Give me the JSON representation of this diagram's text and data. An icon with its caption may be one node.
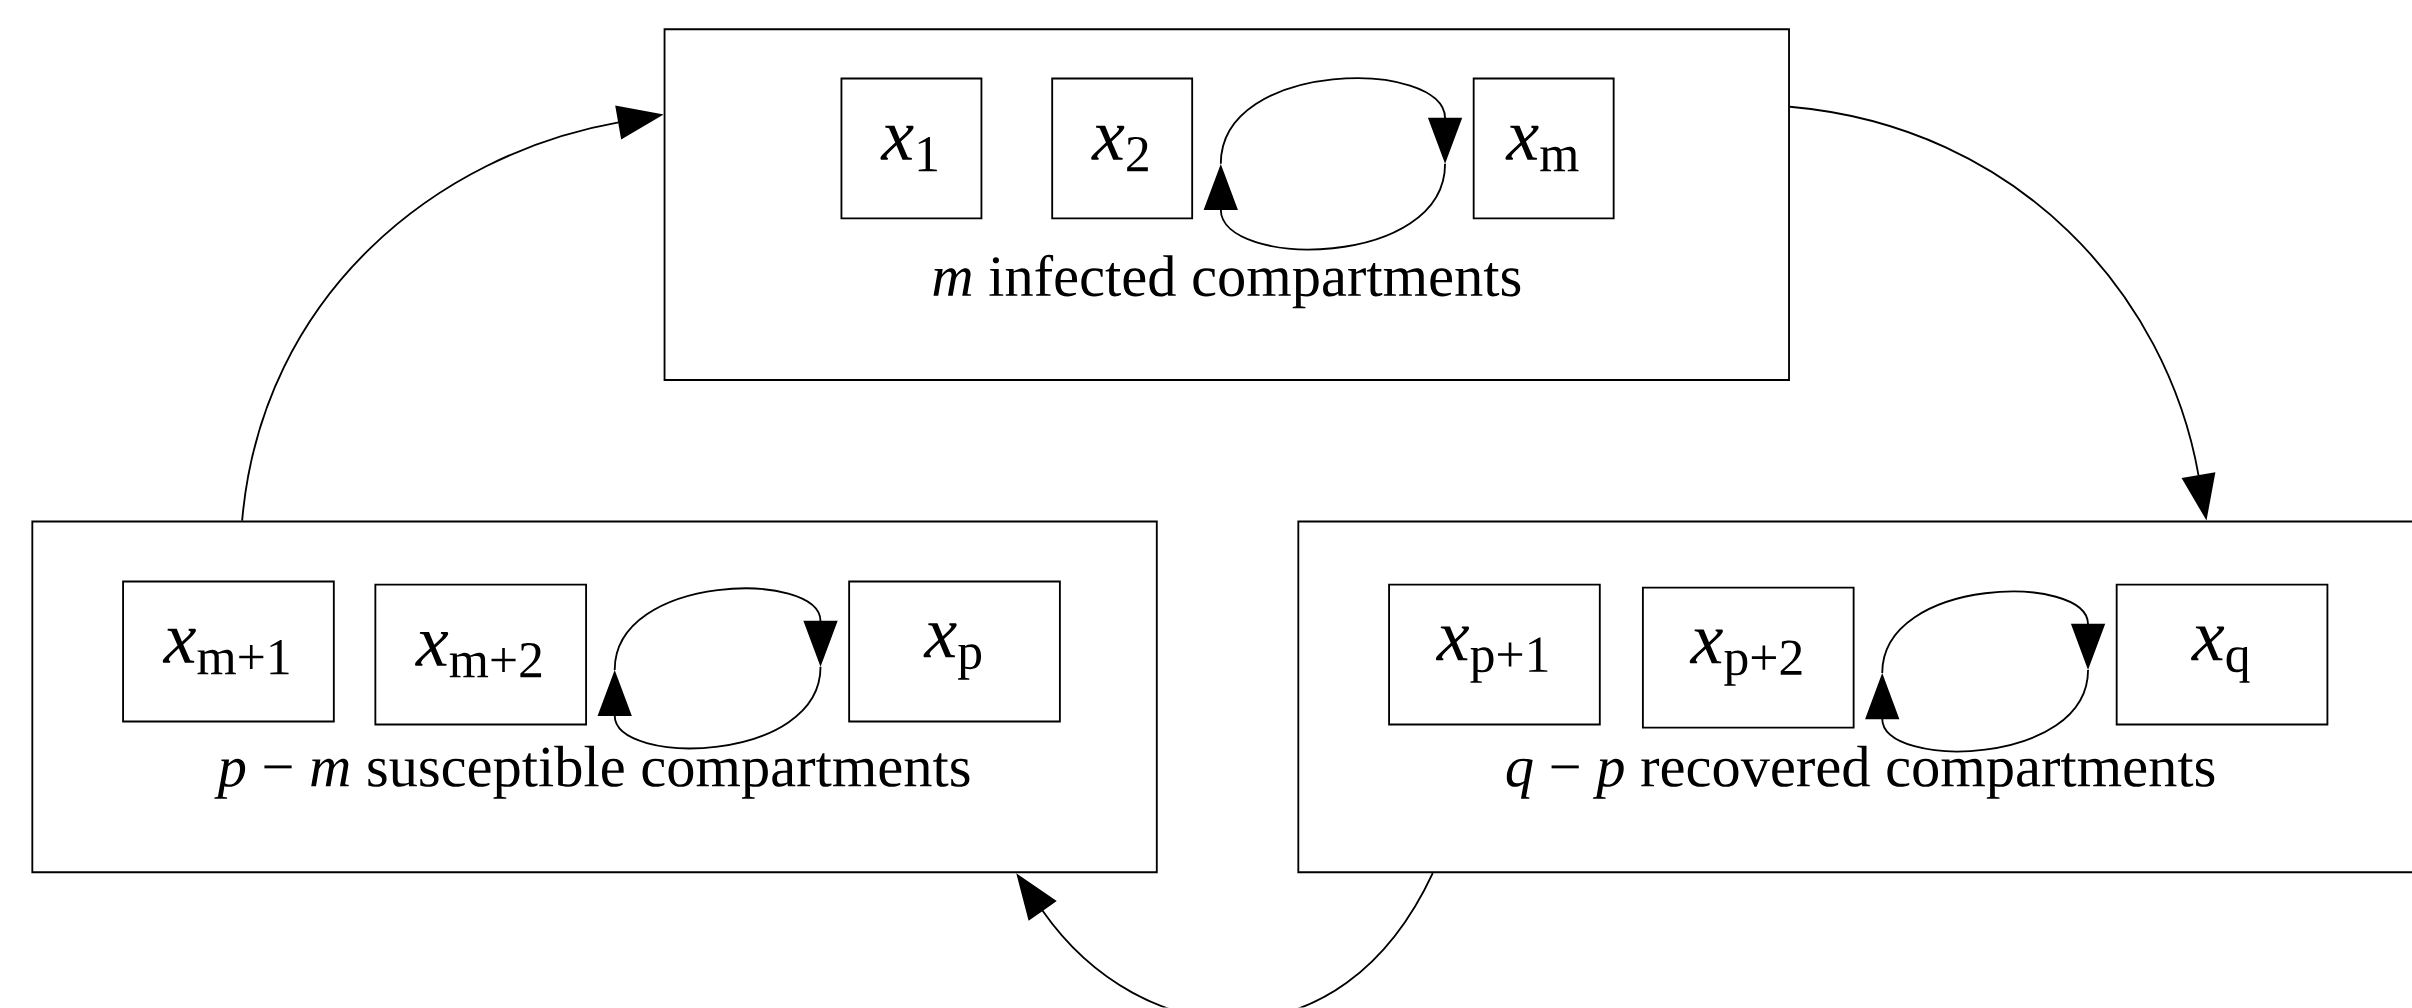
{
  "diagram": {
    "nodes": [
      {
        "text": [
          "*m* infected compartments"
        ]
      },
      {
        "text": [
          "*x*$_{1}$"
        ],
        "in": 0
      },
      {
        "text": [
          "*x*$_{2}$"
        ],
        "in": 0
      },
      {
        "text": [
          "*x*$_{m}$"
        ],
        "in": 0
      },
      {
        "text": [
          "*p* − *m* susceptible compartments"
        ]
      },
      {
        "text": [
          "*x*$_{m+1}$"
        ],
        "in": 4
      },
      {
        "text": [
          "*x*$_{m+2}$"
        ],
        "in": 4
      },
      {
        "text": [
          "*x*$_{p}$"
        ],
        "in": 4
      },
      {
        "text": [
          "*q* − *p* recovered compartments"
        ]
      },
      {
        "text": [
          "*x*$_{p+1}$"
        ],
        "in": 8
      },
      {
        "text": [
          "*x*$_{p+2}$"
        ],
        "in": 8
      },
      {
        "text": [
          "*x*$_{q}$"
        ],
        "in": 8
      }
    ],
    "edges": [
      {
        "from": 4,
        "to": 0,
        "arrow": "to"
      },
      {
        "from": 0,
        "to": 8,
        "arrow": "to"
      },
      {
        "from": 8,
        "to": 4,
        "arrow": "to"
      },
      {
        "from": 2,
        "to": 3,
        "arrow": "to"
      },
      {
        "from": 3,
        "to": 2,
        "arrow": "to"
      },
      {
        "from": 6,
        "to": 7,
        "arrow": "to"
      },
      {
        "from": 7,
        "to": 6,
        "arrow": "to"
      },
      {
        "from": 10,
        "to": 11,
        "arrow": "to"
      },
      {
        "from": 11,
        "to": 10,
        "arrow": "to"
      }
    ]
  }
}
